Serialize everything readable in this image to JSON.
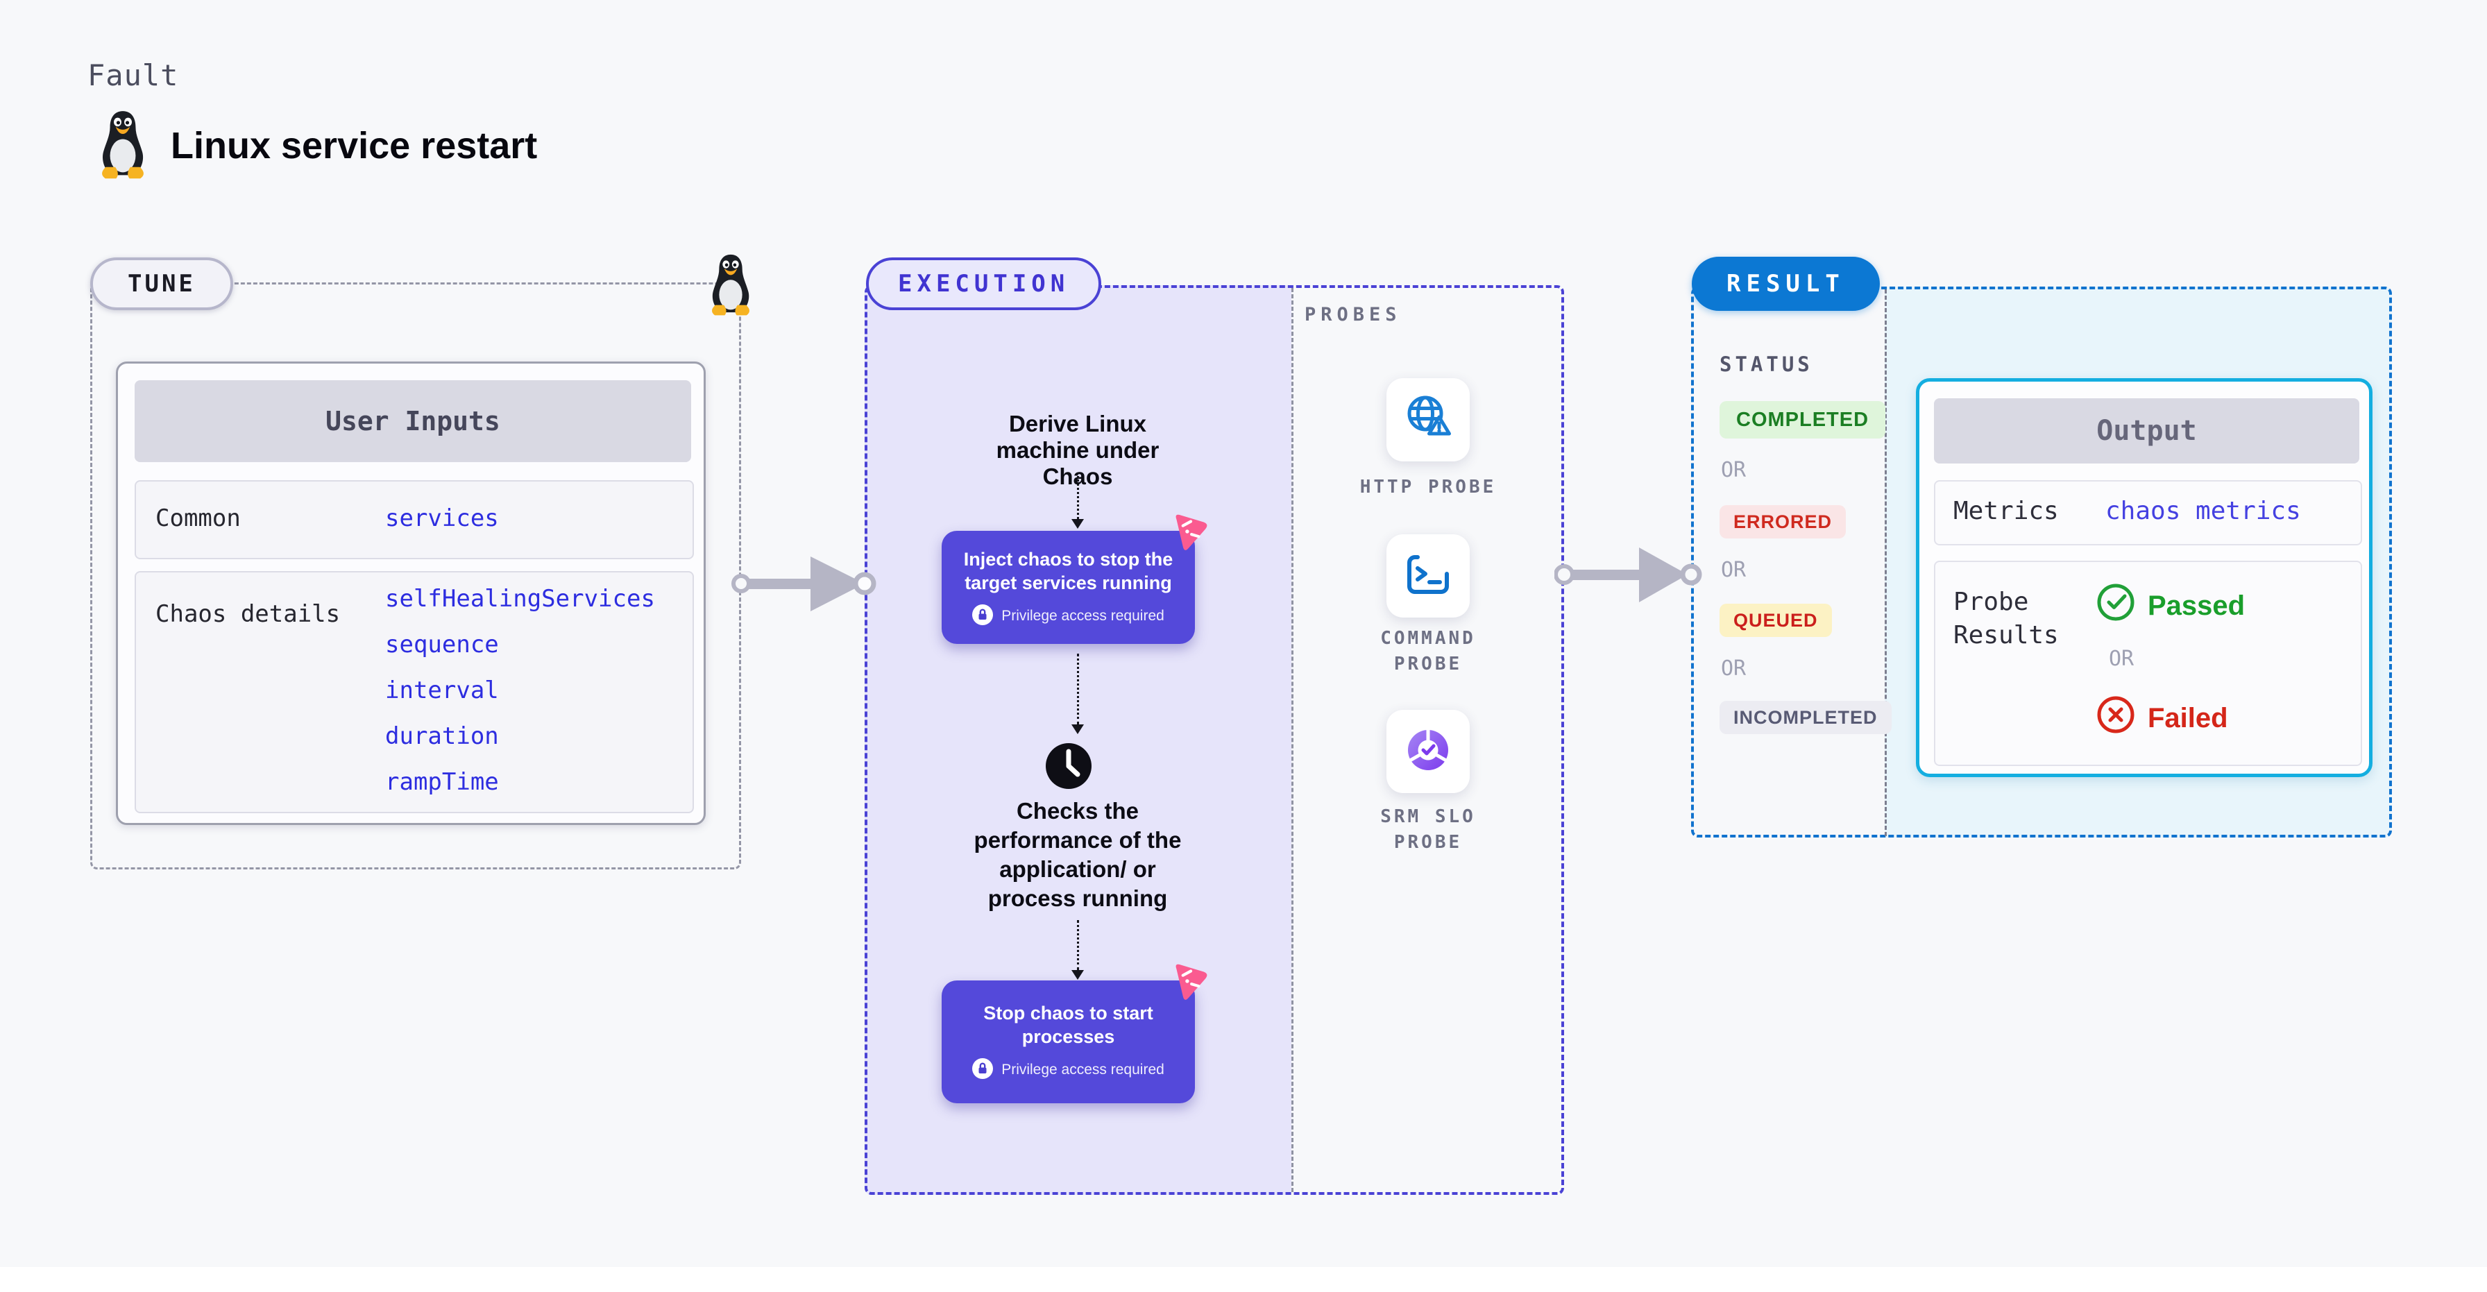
{
  "header": {
    "eyebrow": "Fault",
    "title": "Linux service restart"
  },
  "tune": {
    "badge": "TUNE",
    "card_title": "User Inputs",
    "rows": [
      {
        "label": "Common",
        "values": [
          "services"
        ]
      },
      {
        "label": "Chaos details",
        "values": [
          "selfHealingServices",
          "sequence",
          "interval",
          "duration",
          "rampTime"
        ]
      }
    ]
  },
  "execution": {
    "badge": "EXECUTION",
    "derive_text": "Derive Linux machine under Chaos",
    "inject": {
      "title": "Inject chaos to stop the target services running",
      "note": "Privilege access required"
    },
    "checks_text": "Checks the performance of the application/ or process running",
    "stop": {
      "title": "Stop chaos to start processes",
      "note": "Privilege access required"
    }
  },
  "probes": {
    "label": "PROBES",
    "items": [
      {
        "name": "HTTP PROBE",
        "icon": "globe-alert-icon"
      },
      {
        "name": "COMMAND PROBE",
        "icon": "terminal-icon"
      },
      {
        "name": "SRM SLO PROBE",
        "icon": "slo-donut-check-icon"
      }
    ]
  },
  "result": {
    "badge": "RESULT",
    "status_label": "STATUS",
    "or_label": "OR",
    "statuses": [
      {
        "label": "COMPLETED",
        "bg": "#DFF5DB",
        "color": "#1B7E23"
      },
      {
        "label": "ERRORED",
        "bg": "#FAE5E6",
        "color": "#CF2A1F"
      },
      {
        "label": "QUEUED",
        "bg": "#FCF2C4",
        "color": "#CB1F1C"
      },
      {
        "label": "INCOMPLETED",
        "bg": "#ECECF2",
        "color": "#585A74"
      }
    ],
    "output": {
      "title": "Output",
      "metrics_label": "Metrics",
      "metrics_value": "chaos metrics",
      "probe_results_label": "Probe Results",
      "passed": "Passed",
      "or_label": "OR",
      "failed": "Failed"
    }
  },
  "colors": {
    "value_blue": "#2D2DE0",
    "execution_indigo": "#4A42D5",
    "chaos_box_purple": "#5449DA",
    "chaos_logo_pink": "#FA5B90",
    "result_blue": "#0C78D3",
    "output_border_cyan": "#14AEE0",
    "passed_green": "#1A9E2B",
    "failed_red": "#D42619",
    "arrow_gray": "#B5B5C5"
  }
}
